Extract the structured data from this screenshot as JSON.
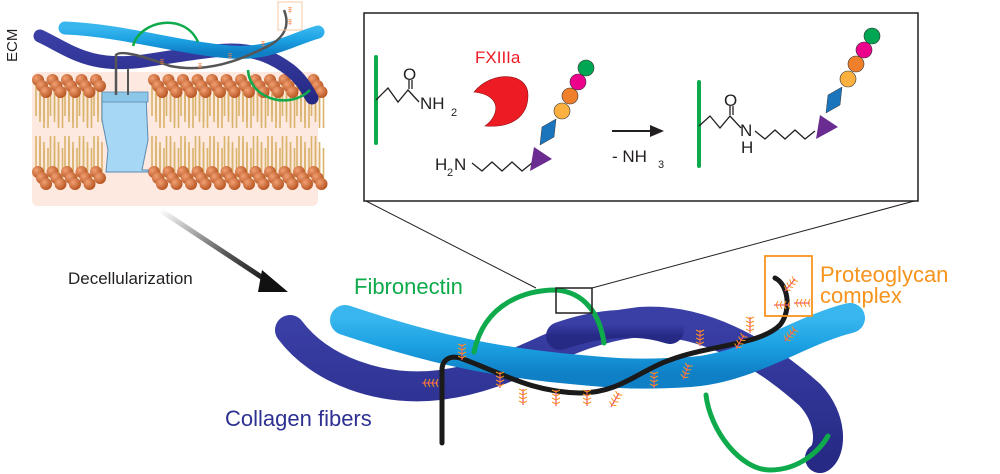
{
  "labels": {
    "ecm": "ECM",
    "decellularization": "Decellularization",
    "fibronectin": "Fibronectin",
    "proteoglycan_line1": "Proteoglycan",
    "proteoglycan_line2": "complex",
    "collagen": "Collagen fibers"
  },
  "reaction": {
    "enzyme": "FXIIIa",
    "reactant1_o": "O",
    "reactant1_nh": "NH",
    "reactant1_sub": "2",
    "reactant2_h": "H",
    "reactant2_sub": "2",
    "reactant2_n": "N",
    "byproduct_prefix": "- NH",
    "byproduct_sub": "3",
    "product_o": "O",
    "product_n": "N",
    "product_h": "H"
  },
  "colors": {
    "collagen_dark": "#2e3192",
    "collagen_light": "#1ba1e2",
    "fibronectin": "#0faa4b",
    "proteoglycan": "#f7941d",
    "proteoglycan_core": "#231f20",
    "enzyme": "#ed1c24",
    "glycan": [
      "#6a2c91",
      "#1b75bc",
      "#fbb040",
      "#f07f2c",
      "#ec008c",
      "#00a651"
    ],
    "membrane_head": "#c8622b",
    "membrane_tail": "#d9b36a",
    "membrane_bg": "#fde9df",
    "channel": "#a6d8f5"
  }
}
